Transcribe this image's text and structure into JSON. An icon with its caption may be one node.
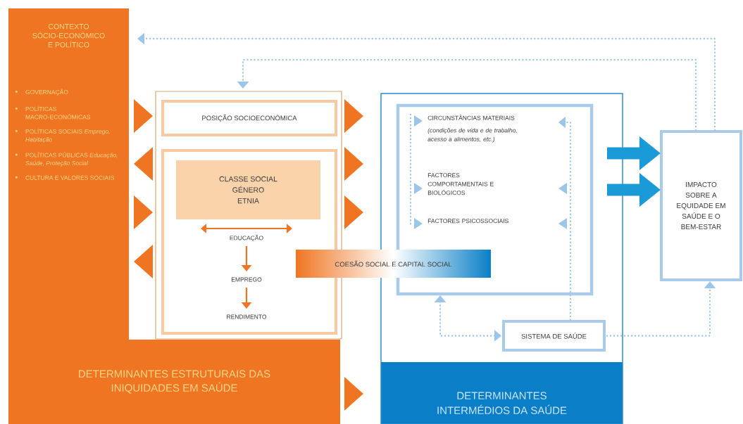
{
  "diagram": {
    "nodes": [
      {
        "text": [
          "CONTEXTO SÓCIO-ECONÓMICO E POLÍTICO",
          "GOVERNAÇÃO",
          "POLÍTICAS MACRO-ECONÓMICAS",
          "POLÍTICAS SOCIAIS *Emprego, Habitação*",
          "POLÍTICAS PÚBLICAS *Educação, Saúde, Proteção Social*",
          "CULTURA E VALORES SOCIAIS"
        ]
      },
      {
        "text": [
          "DETERMINANTES ESTRUTURAIS DAS INIQUIDADES EM SAÚDE"
        ]
      },
      {
        "text": [],
        "shape": "box"
      },
      {
        "text": [
          "POSIÇÃO SOCIOECONÓMICA"
        ],
        "in": 2
      },
      {
        "text": [],
        "shape": "box",
        "in": 2
      },
      {
        "text": [
          "CLASSE SOCIAL",
          "GÉNERO",
          "ETNIA"
        ],
        "in": 4
      },
      {
        "text": [
          "EDUCAÇÃO"
        ],
        "in": 4
      },
      {
        "text": [
          "EMPREGO"
        ],
        "in": 4
      },
      {
        "text": [
          "RENDIMENTO"
        ],
        "in": 4
      },
      {
        "text": [
          "DETERMINANTES INTERMÉDIOS DA SAÚDE"
        ]
      },
      {
        "text": [
          "CIRCUNSTÂNCIAS MATERIAIS",
          "(condições de vida e de trabalho, acesso a alimentos, etc.)",
          "FACTORES COMPORTAMENTAIS E BIOLÓGICOS",
          "FACTORES PSICOSSOCIAIS"
        ],
        "in": 9
      },
      {
        "text": [
          "COESÃO SOCIAL E CAPITAL SOCIAL"
        ]
      },
      {
        "text": [
          "SISTEMA DE SAÚDE"
        ],
        "in": 9
      },
      {
        "text": [
          "IMPACTO SOBRE A EQUIDADE EM SAÚDE E O BEM-ESTAR"
        ]
      }
    ],
    "edges": [
      {
        "from": 0,
        "to": 2,
        "arrow": "to"
      },
      {
        "from": 2,
        "to": 0,
        "arrow": "to"
      },
      {
        "from": 0,
        "to": 2,
        "arrow": "to"
      },
      {
        "from": 2,
        "to": 0,
        "arrow": "to"
      },
      {
        "from": 2,
        "to": 9,
        "arrow": "to"
      },
      {
        "from": 2,
        "to": 9,
        "arrow": "to"
      },
      {
        "from": 2,
        "to": 9,
        "arrow": "to"
      },
      {
        "from": 1,
        "to": 9,
        "arrow": "to"
      },
      {
        "from": 6,
        "to": 7,
        "arrow": "to",
        "color": "#f07522"
      },
      {
        "from": 7,
        "to": 8,
        "arrow": "to",
        "color": "#f07522"
      },
      {
        "from": 9,
        "to": 13,
        "arrow": "to",
        "style": "thick",
        "color": "#1a9ad6"
      },
      {
        "from": 9,
        "to": 13,
        "arrow": "to",
        "style": "thick",
        "color": "#1a9ad6"
      },
      {
        "from": 13,
        "to": 0,
        "arrow": "to",
        "style": "dashed",
        "color": "#9cc5ea"
      },
      {
        "from": 13,
        "to": 2,
        "arrow": "to",
        "style": "dashed",
        "color": "#9cc5ea"
      },
      {
        "from": 12,
        "to": 13,
        "arrow": "to",
        "style": "dashed",
        "color": "#9cc5ea"
      },
      {
        "from": 10,
        "to": 12,
        "arrow": "both",
        "style": "dashed",
        "color": "#9cc5ea"
      },
      {
        "from": 12,
        "to": 10,
        "arrow": "to",
        "style": "dashed",
        "color": "#9cc5ea"
      }
    ]
  }
}
